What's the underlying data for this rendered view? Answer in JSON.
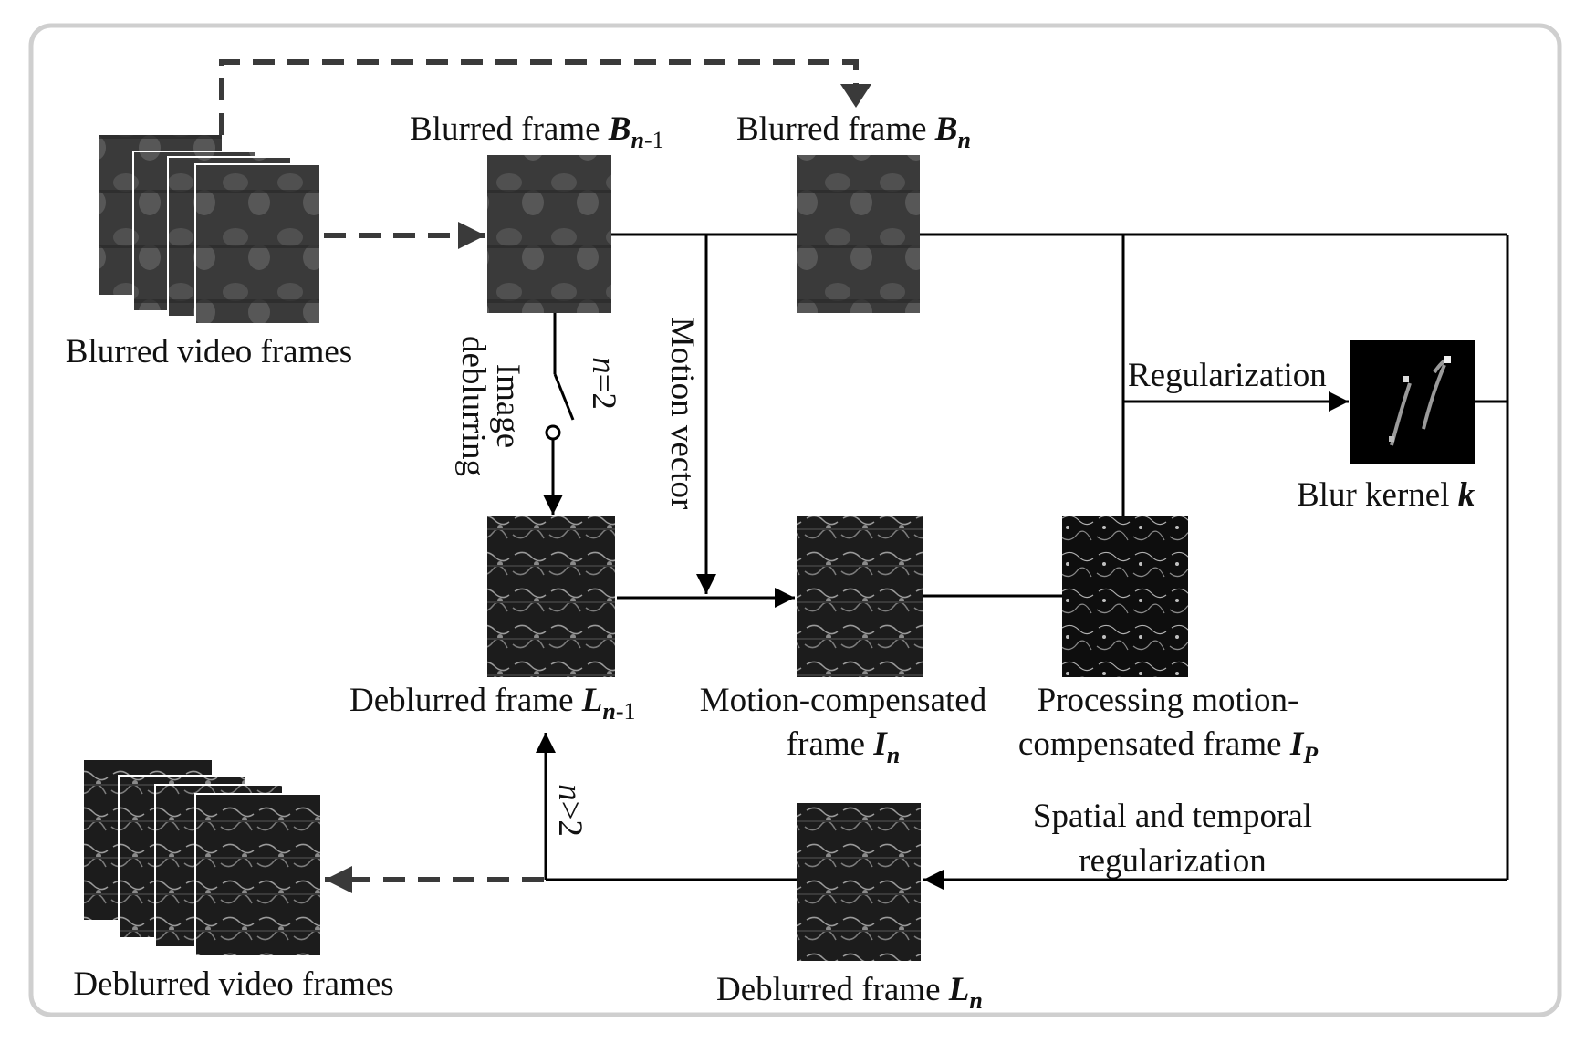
{
  "diagram": {
    "labels": {
      "blurred_video_frames": "Blurred video frames",
      "blurred_frame_prev": "Blurred frame ",
      "blurred_frame_prev_var": "B",
      "blurred_frame_prev_sub_n": "n",
      "blurred_frame_prev_sub_tail": "-1",
      "blurred_frame_cur": "Blurred frame ",
      "blurred_frame_cur_var": "B",
      "blurred_frame_cur_sub": "n",
      "image_deblurring_line1": "Image",
      "image_deblurring_line2": "deblurring",
      "switch_condition_var": "n",
      "switch_condition_rest": "=2",
      "motion_vector": "Motion vector",
      "regularization": "Regularization",
      "blur_kernel": "Blur kernel ",
      "blur_kernel_var": "k",
      "deblurred_frame_prev": "Deblurred frame ",
      "deblurred_frame_prev_var": "L",
      "deblurred_frame_prev_sub_n": "n",
      "deblurred_frame_prev_sub_tail": "-1",
      "motion_compensated_line1": "Motion-compensated",
      "motion_compensated_line2": "frame ",
      "motion_compensated_var": "I",
      "motion_compensated_sub": "n",
      "processing_line1": "Processing  motion-",
      "processing_line2": "compensated frame ",
      "processing_var": "I",
      "processing_sub": "P",
      "loop_condition_var": "n",
      "loop_condition_rest": ">2",
      "spatial_temporal_line1": "Spatial and temporal",
      "spatial_temporal_line2": "regularization",
      "deblurred_frame_cur": "Deblurred frame ",
      "deblurred_frame_cur_var": "L",
      "deblurred_frame_cur_sub": "n",
      "deblurred_video_frames": "Deblurred video frames"
    },
    "colors": {
      "line": "#000000",
      "dashed": "#3a3a3a",
      "panel_border": "#cfcfcf",
      "image_dark": "#1e1e1e"
    }
  }
}
